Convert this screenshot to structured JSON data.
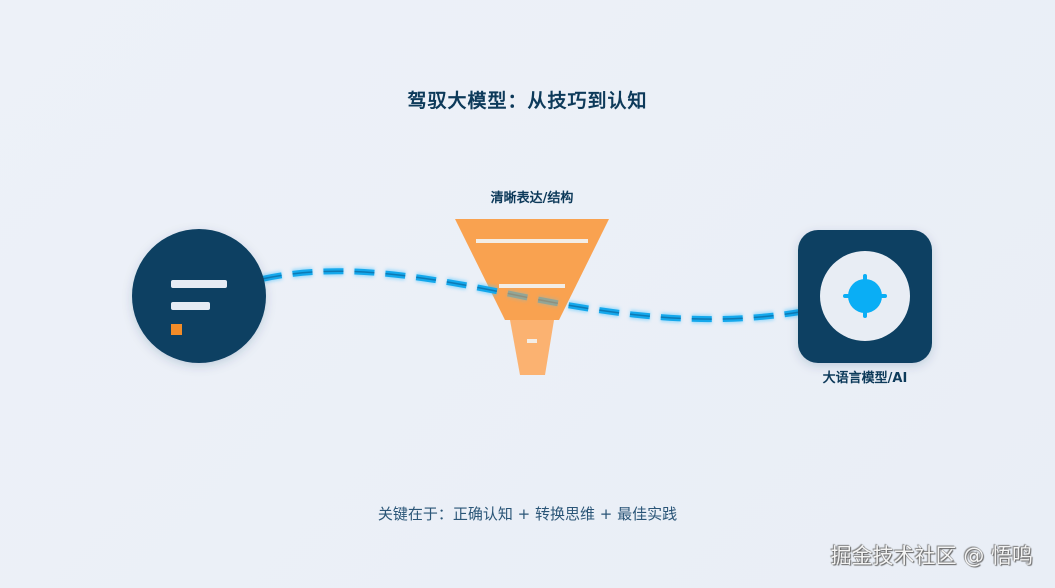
{
  "title": "驾驭大模型：从技巧到认知",
  "nodes": {
    "user": {
      "icon": "document-lines-icon",
      "bg_color": "#0d3f62",
      "accent_color": "#f28c28"
    },
    "funnel": {
      "label": "清晰表达/结构",
      "color_top": "#f9a250",
      "color_bottom": "#fbb271"
    },
    "ai": {
      "label": "大语言模型/AI",
      "icon": "target-crosshair-icon",
      "bg_color": "#0d3f62",
      "inner_color": "#e8edf4",
      "dot_color": "#0aaef5"
    }
  },
  "connector": {
    "style": "dashed-wave",
    "color": "#14a8ec"
  },
  "footer": "关键在于：正确认知 + 转换思维 + 最佳实践",
  "watermark": "掘金技术社区 @ 悟鸣",
  "colors": {
    "background": "#ebeff7",
    "title": "#0d3a5a",
    "footer": "#2a5577"
  }
}
